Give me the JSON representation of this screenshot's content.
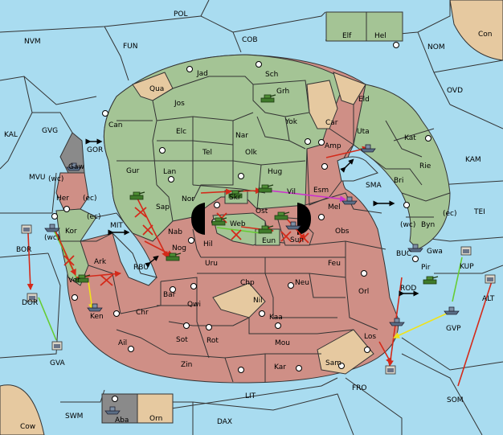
{
  "colors": {
    "sea": "#a9dcf0",
    "green_power": "#a4c495",
    "red_power": "#cf8f86",
    "neutral": "#e6c9a0",
    "grey_power": "#8a8a8a",
    "arrow_move": "#d42a1a",
    "arrow_support": "#f0e21a",
    "arrow_convoy": "#66cc33",
    "arrow_other": "#cc33cc"
  },
  "labels": {
    "POL": "POL",
    "NVM": "NVM",
    "FUN": "FUN",
    "COB": "COB",
    "NOM": "NOM",
    "Con": "Con",
    "Elf": "Elf",
    "Hel": "Hel",
    "OVD": "OVD",
    "KAL": "KAL",
    "GVG": "GVG",
    "KAM": "KAM",
    "MVU": "MVU",
    "TEI": "TEI",
    "BOR": "BOR",
    "DOR": "DOR",
    "GVA": "GVA",
    "SWM": "SWM",
    "Cow": "Cow",
    "LIT": "LIT",
    "DAX": "DAX",
    "FRO": "FRO",
    "SOM": "SOM",
    "ALT": "ALT",
    "KUP": "KUP",
    "GVP": "GVP",
    "BUC": "BUC",
    "ROD": "ROD",
    "SMA": "SMA",
    "MIT": "MIT",
    "RBU": "RBU",
    "GOR": "GOR",
    "Aba": "Aba",
    "Orn": "Orn",
    "Jad": "Jad",
    "Sch": "Sch",
    "Qua": "Qua",
    "Jos": "Jos",
    "Grh": "Grh",
    "Eld": "Eld",
    "Can": "Can",
    "Elc": "Elc",
    "Nar": "Nar",
    "Yok": "Yok",
    "Car": "Car",
    "Uta": "Uta",
    "Kat": "Kat",
    "Tel": "Tel",
    "Olk": "Olk",
    "Amp": "Amp",
    "Gaw": "Gaw",
    "Gur": "Gur",
    "Lan": "Lan",
    "Hug": "Hug",
    "Rie": "Rie",
    "Bri": "Bri",
    "Her": "Her",
    "wc1": "(wc)",
    "ec1": "(ec)",
    "Nor": "Nor",
    "Skr": "Skr",
    "Vil": "Vil",
    "Esm": "Esm",
    "Mel": "Mel",
    "Sap": "Sap",
    "Ost": "Ost",
    "Byn": "Byn",
    "wc2": "(wc)",
    "ec2": "(ec)",
    "Kor": "Kor",
    "ec3": "(ec)",
    "Web": "Web",
    "Nab": "Nab",
    "Eun": "Eun",
    "Sun": "Sun",
    "Obs": "Obs",
    "Gwa": "Gwa",
    "wc3": "(wc)",
    "Hil": "Hil",
    "Nog": "Nog",
    "Pir": "Pir",
    "Ark": "Ark",
    "Uru": "Uru",
    "Feu": "Feu",
    "Ver": "Ver",
    "Chp": "Chp",
    "Neu": "Neu",
    "Orl": "Orl",
    "Bar": "Bar",
    "Qwi": "Qwi",
    "Nil": "Nil",
    "Ken": "Ken",
    "Chr": "Chr",
    "Kaa": "Kaa",
    "Los": "Los",
    "Sot": "Sot",
    "Rot": "Rot",
    "Mou": "Mou",
    "Ail": "Ail",
    "Sam": "Sam",
    "Zin": "Zin",
    "Kar": "Kar"
  }
}
